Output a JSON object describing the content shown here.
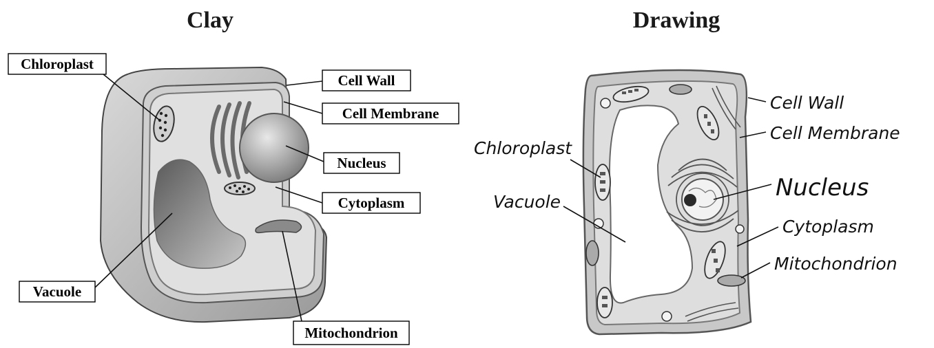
{
  "panels": {
    "clay": {
      "title": "Clay",
      "labels": {
        "chloroplast": "Chloroplast",
        "cell_wall": "Cell Wall",
        "cell_membrane": "Cell Membrane",
        "nucleus": "Nucleus",
        "cytoplasm": "Cytoplasm",
        "vacuole": "Vacuole",
        "mitochondrion": "Mitochondrion"
      }
    },
    "drawing": {
      "title": "Drawing",
      "labels": {
        "cell_wall": "Cell Wall",
        "cell_membrane": "Cell Membrane",
        "chloroplast": "Chloroplast",
        "vacuole": "Vacuole",
        "nucleus": "Nucleus",
        "cytoplasm": "Cytoplasm",
        "mitochondrion": "Mitochondrion"
      }
    }
  },
  "colors": {
    "outer_shell": "#c8c8c8",
    "cell_interior": "#dcdcdc",
    "vacuole_fill": "#ffffff",
    "organelle_dark": "#6e6e6e",
    "nucleus": "#a8a8a8"
  }
}
